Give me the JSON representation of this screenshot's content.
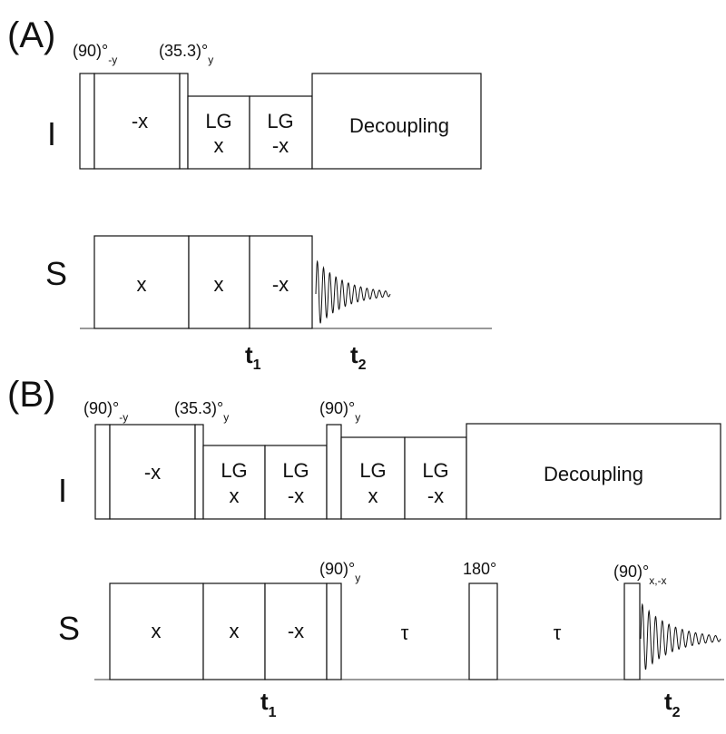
{
  "panelA": {
    "label": "(A)",
    "channel_I": "I",
    "channel_S": "S",
    "pulse1": {
      "base": "(90)°",
      "sub": "-y"
    },
    "pulse2": {
      "base": "(35.3)°",
      "sub": "y"
    },
    "I_blocks": {
      "spinlock": "-x",
      "lg1_top": "LG",
      "lg1_bot": "x",
      "lg2_top": "LG",
      "lg2_bot": "-x",
      "decoupling": "Decoupling"
    },
    "S_blocks": {
      "b1": "x",
      "b2": "x",
      "b3": "-x"
    },
    "t1": {
      "base": "t",
      "sub": "1"
    },
    "t2": {
      "base": "t",
      "sub": "2"
    }
  },
  "panelB": {
    "label": "(B)",
    "channel_I": "I",
    "channel_S": "S",
    "pulse1": {
      "base": "(90)°",
      "sub": "-y"
    },
    "pulse2": {
      "base": "(35.3)°",
      "sub": "y"
    },
    "pulse3": {
      "base": "(90)°",
      "sub": "y"
    },
    "I_blocks": {
      "spinlock": "-x",
      "lg1_top": "LG",
      "lg1_bot": "x",
      "lg2_top": "LG",
      "lg2_bot": "-x",
      "lg3_top": "LG",
      "lg3_bot": "x",
      "lg4_top": "LG",
      "lg4_bot": "-x",
      "decoupling": "Decoupling"
    },
    "S_pulse_90": {
      "base": "(90)°",
      "sub": "y"
    },
    "S_pulse_180": "180°",
    "S_pulse_final": {
      "base": "(90)°",
      "sub": "x,-x"
    },
    "S_blocks": {
      "b1": "x",
      "b2": "x",
      "b3": "-x",
      "tau1": "τ",
      "tau2": "τ"
    },
    "t1": {
      "base": "t",
      "sub": "1"
    },
    "t2": {
      "base": "t",
      "sub": "2"
    }
  }
}
